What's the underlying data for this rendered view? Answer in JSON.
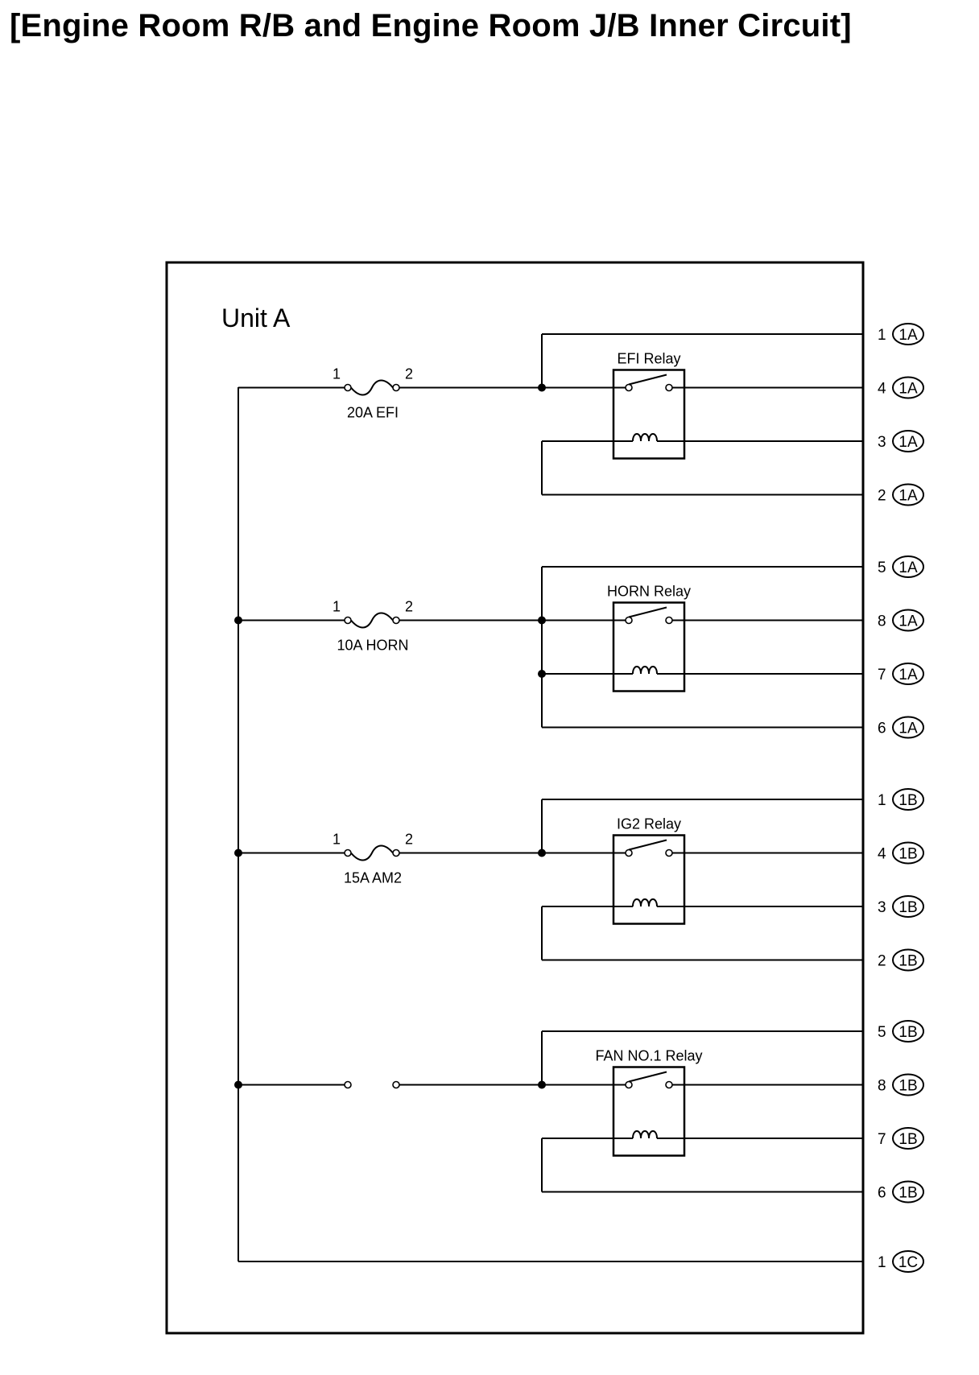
{
  "title": "[Engine Room R/B and Engine Room J/B Inner Circuit]",
  "unit_label": "Unit A",
  "fuses": [
    {
      "name": "20A EFI",
      "pin_left": "1",
      "pin_right": "2"
    },
    {
      "name": "10A HORN",
      "pin_left": "1",
      "pin_right": "2"
    },
    {
      "name": "15A AM2",
      "pin_left": "1",
      "pin_right": "2"
    },
    {
      "name": "",
      "pin_left": "",
      "pin_right": ""
    }
  ],
  "relays": [
    {
      "name": "EFI Relay",
      "terminals": [
        {
          "pin": "1",
          "connector": "1A"
        },
        {
          "pin": "4",
          "connector": "1A"
        },
        {
          "pin": "3",
          "connector": "1A"
        },
        {
          "pin": "2",
          "connector": "1A"
        }
      ]
    },
    {
      "name": "HORN Relay",
      "terminals": [
        {
          "pin": "5",
          "connector": "1A"
        },
        {
          "pin": "8",
          "connector": "1A"
        },
        {
          "pin": "7",
          "connector": "1A"
        },
        {
          "pin": "6",
          "connector": "1A"
        }
      ]
    },
    {
      "name": "IG2 Relay",
      "terminals": [
        {
          "pin": "1",
          "connector": "1B"
        },
        {
          "pin": "4",
          "connector": "1B"
        },
        {
          "pin": "3",
          "connector": "1B"
        },
        {
          "pin": "2",
          "connector": "1B"
        }
      ]
    },
    {
      "name": "FAN NO.1 Relay",
      "terminals": [
        {
          "pin": "5",
          "connector": "1B"
        },
        {
          "pin": "8",
          "connector": "1B"
        },
        {
          "pin": "7",
          "connector": "1B"
        },
        {
          "pin": "6",
          "connector": "1B"
        }
      ]
    }
  ],
  "bus_terminal": {
    "pin": "1",
    "connector": "1C"
  }
}
